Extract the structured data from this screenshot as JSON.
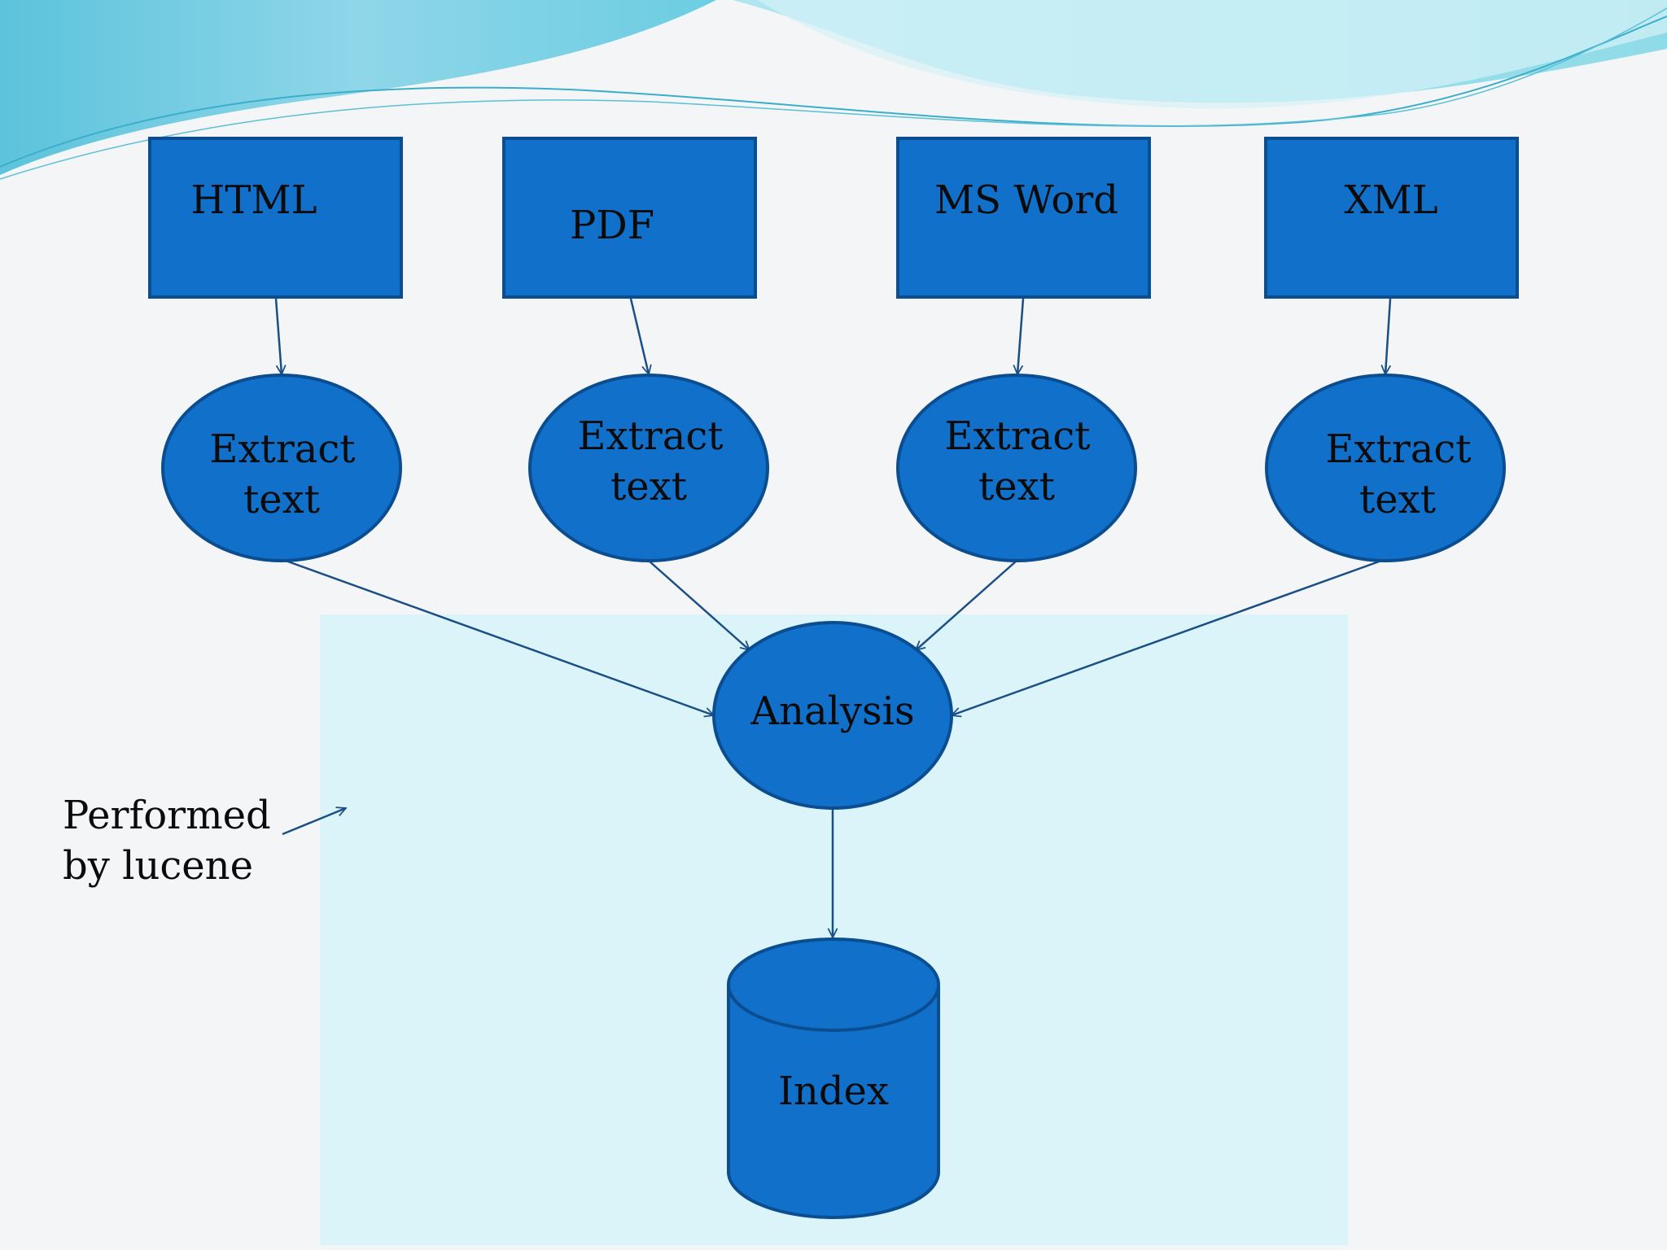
{
  "colors": {
    "node_fill": "#1170c9",
    "node_stroke": "#0b4d91",
    "region_fill": "#dbf4fa",
    "edge": "#1a4f86",
    "wave_dark": "#64c7de",
    "wave_light": "#a9e4ee"
  },
  "sources": [
    {
      "label": "HTML"
    },
    {
      "label": "PDF"
    },
    {
      "label": "MS Word"
    },
    {
      "label": "XML"
    }
  ],
  "extractors": [
    {
      "line1": "Extract",
      "line2": "text"
    },
    {
      "line1": "Extract",
      "line2": "text"
    },
    {
      "line1": "Extract",
      "line2": "text"
    },
    {
      "line1": "Extract",
      "line2": "text"
    }
  ],
  "analysis": {
    "label": "Analysis"
  },
  "index": {
    "label": "Index"
  },
  "note": {
    "line1": "Performed",
    "line2": "by lucene"
  }
}
